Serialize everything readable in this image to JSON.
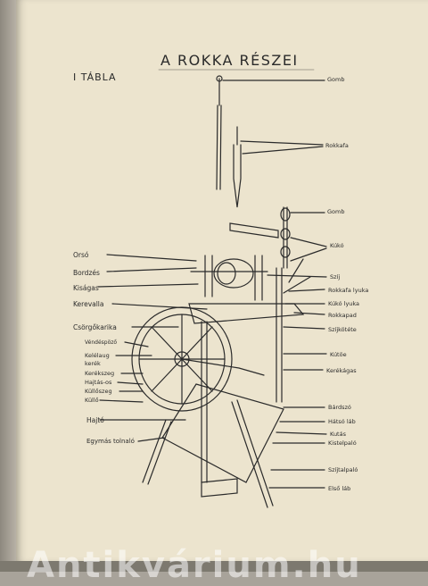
{
  "title": "A ROKKA RÉSZEI",
  "plate": "I  TÁBLA",
  "labels_left": [
    "Orsó",
    "Bordzés",
    "Kiságas",
    "Kerevalla",
    "Csörgőkarika",
    "Véndéspöző",
    "Kelélaug",
    "kerék",
    "Kerékszeg",
    "Hajtás-os",
    "Küllőszeg",
    "Küllő",
    "Hajtó",
    "Egymás tolnaló"
  ],
  "labels_right": [
    "Gomb",
    "Rokkafa",
    "Gomb",
    "Kúkó",
    "Szíj",
    "Rokkafa lyuka",
    "Kúkó lyuka",
    "Rokkapad",
    "Szíjkötéte",
    "Kútöe",
    "Kerékágas",
    "Bárdszó",
    "Hátsó láb",
    "Kutás",
    "Kistelpaló",
    "Szíjtalpaló",
    "Első láb"
  ],
  "watermark": "Antikvárium.hu"
}
